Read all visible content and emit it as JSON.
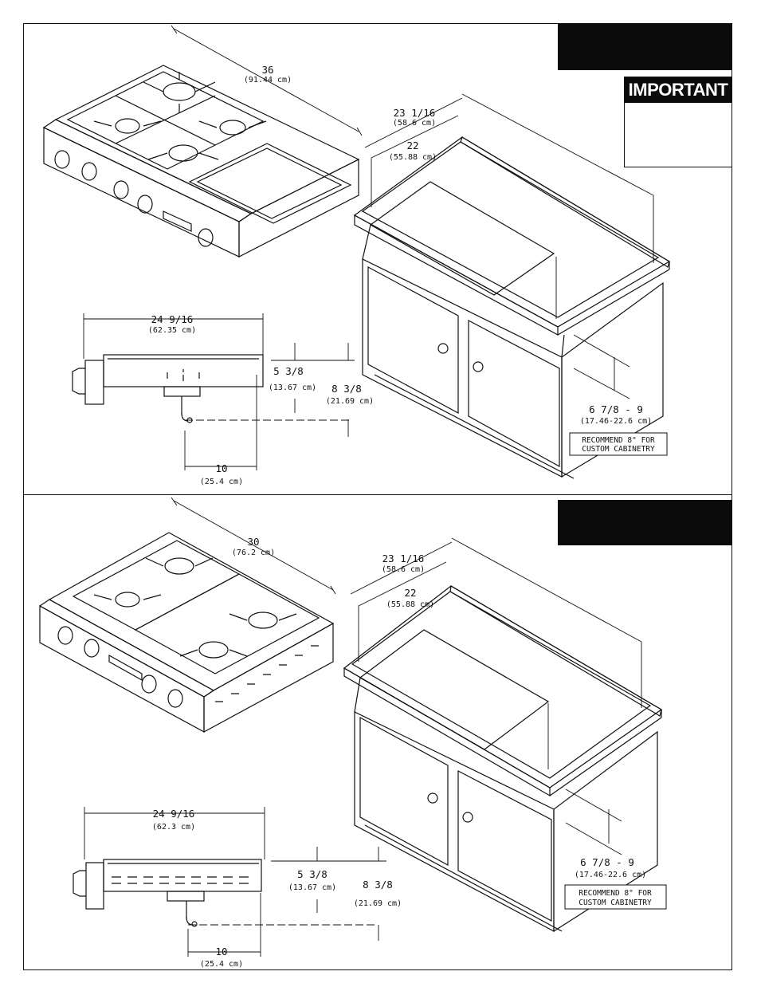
{
  "important_label": "IMPORTANT",
  "top_section": {
    "width_dim": "36",
    "width_dim_cm": "(91.44 cm)",
    "depth_outer": "23 1/16",
    "depth_outer_cm": "(58.6 cm)",
    "depth_inner": "22",
    "depth_inner_cm": "(55.88 cm)",
    "side_width": "24 9/16",
    "side_width_cm": "(62.35 cm)",
    "height_a": "5 3/8",
    "height_a_cm": "(13.67 cm)",
    "height_b": "8 3/8",
    "height_b_cm": "(21.69 cm)",
    "gas_offset": "10",
    "gas_offset_cm": "(25.4 cm)",
    "cab_drop": "6 7/8 - 9",
    "cab_drop_cm": "(17.46-22.6 cm)",
    "note_line1": "RECOMMEND 8\" FOR",
    "note_line2": "CUSTOM CABINETRY"
  },
  "bottom_section": {
    "width_dim": "30",
    "width_dim_cm": "(76.2 cm)",
    "depth_outer": "23 1/16",
    "depth_outer_cm": "(58.6 cm)",
    "depth_inner": "22",
    "depth_inner_cm": "(55.88 cm)",
    "side_width": "24 9/16",
    "side_width_cm": "(62.3 cm)",
    "height_a": "5 3/8",
    "height_a_cm": "(13.67 cm)",
    "height_b": "8 3/8",
    "height_b_cm": "(21.69 cm)",
    "gas_offset": "10",
    "gas_offset_cm": "(25.4 cm)",
    "cab_drop": "6 7/8 - 9",
    "cab_drop_cm": "(17.46-22.6 cm)",
    "note_line1": "RECOMMEND 8\" FOR",
    "note_line2": "CUSTOM CABINETRY"
  },
  "colors": {
    "ink": "#111111",
    "label_fill": "#0b0b0b",
    "paper": "#ffffff"
  }
}
